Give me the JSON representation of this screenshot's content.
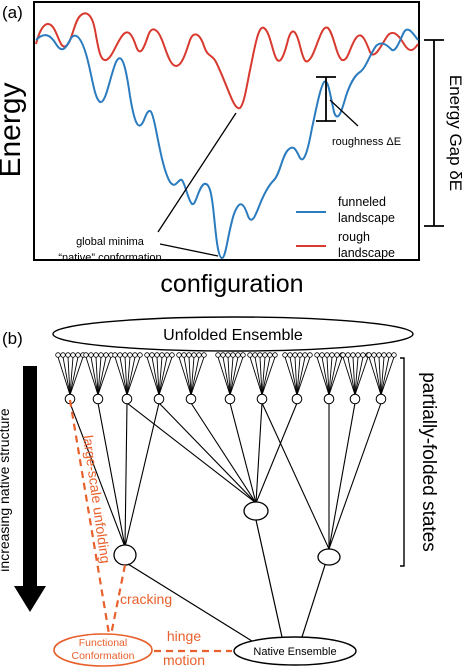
{
  "panel_a": {
    "panel_label": "(a)",
    "y_axis_label": "Energy",
    "x_axis_label": "configuration",
    "energy_gap_label": "Energy Gap δE",
    "roughness_label": "roughness ΔE",
    "minima_label_line1": "global minima",
    "minima_label_line2": "“native” conformation",
    "legend": [
      {
        "line1": "funneled",
        "line2": "landscape",
        "color": "#2b7bbf"
      },
      {
        "line1": "rough",
        "line2": "landscape",
        "color": "#d93a2f"
      }
    ]
  },
  "panel_b": {
    "panel_label": "(b)",
    "top_ensemble": "Unfolded Ensemble",
    "arrow_label": "increasing native structure",
    "side_label": "partially-folded states",
    "native_ensemble": "Native Ensemble",
    "functional_line1": "Functional",
    "functional_line2": "Conformation",
    "unfolding_label": "large-scale unfolding",
    "cracking_label": "cracking",
    "hinge_line1": "hinge",
    "hinge_line2": "motion",
    "accent_color": "#e8602c"
  }
}
